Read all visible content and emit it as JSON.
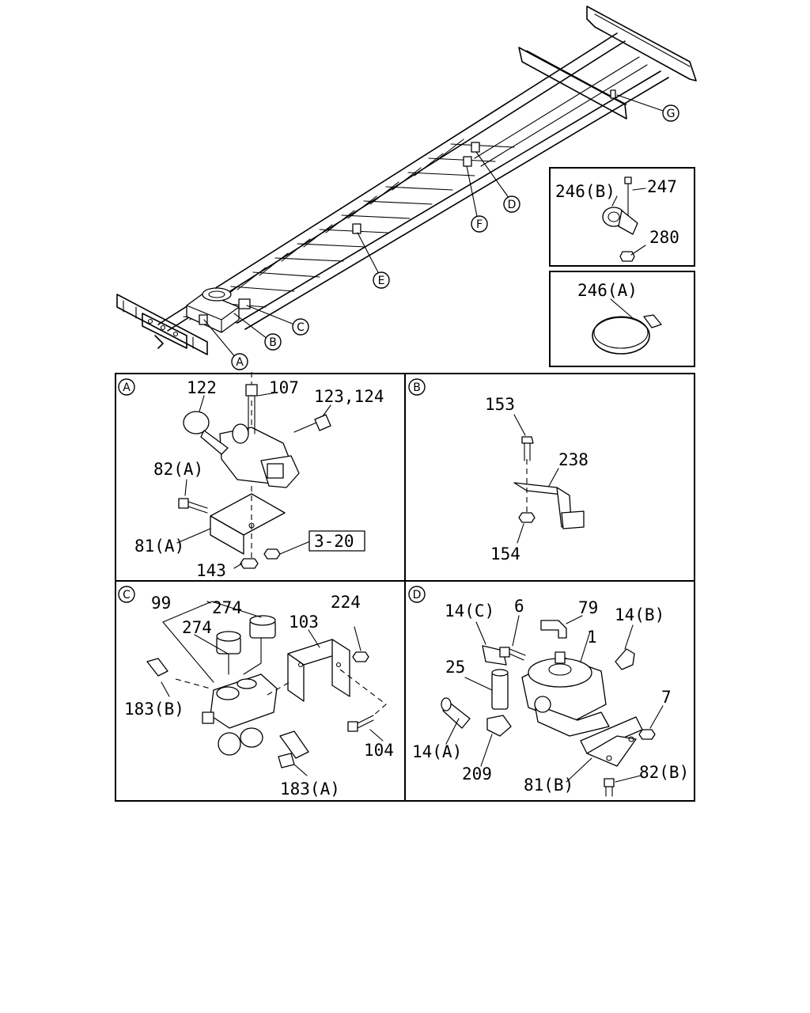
{
  "overview": {
    "callouts": [
      "A",
      "B",
      "C",
      "D",
      "E",
      "F",
      "G"
    ]
  },
  "inset_clamp": {
    "labels": [
      "246(B)",
      "247",
      "280"
    ]
  },
  "inset_band": {
    "labels": [
      "246(A)"
    ]
  },
  "panel_a": {
    "tag": "A",
    "labels": [
      "122",
      "107",
      "123,124",
      "82(A)",
      "81(A)",
      "143"
    ],
    "ref": "3-20"
  },
  "panel_b": {
    "tag": "B",
    "labels": [
      "153",
      "238",
      "154"
    ]
  },
  "panel_c": {
    "tag": "C",
    "labels": [
      "99",
      "274",
      "274",
      "103",
      "224",
      "183(B)",
      "104",
      "183(A)"
    ]
  },
  "panel_d": {
    "tag": "D",
    "labels": [
      "14(C)",
      "6",
      "79",
      "14(B)",
      "1",
      "25",
      "7",
      "14(A)",
      "209",
      "81(B)",
      "82(B)"
    ]
  }
}
